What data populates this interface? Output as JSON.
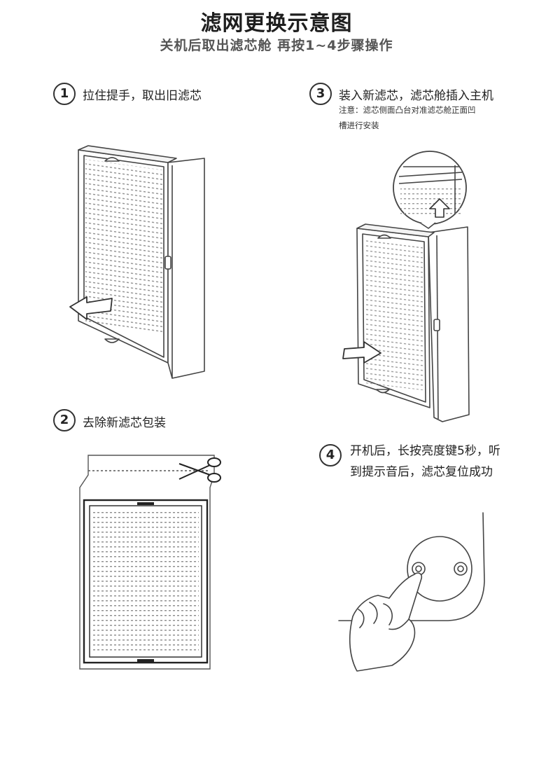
{
  "title": "滤网更换示意图",
  "subtitle": "关机后取出滤芯舱 再按1~4步骤操作",
  "steps": [
    {
      "num": "1",
      "text": "拉住提手，取出旧滤芯"
    },
    {
      "num": "2",
      "text": "去除新滤芯包装"
    },
    {
      "num": "3",
      "text": "装入新滤芯，滤芯舱插入主机",
      "note": "注意：滤芯侧面凸台对准滤芯舱正面凹槽进行安装"
    },
    {
      "num": "4",
      "text": "开机后，长按亮度键5秒，听到提示音后，滤芯复位成功"
    }
  ],
  "icons": [
    "arrow-out-icon",
    "arrow-in-icon",
    "arrow-up-icon",
    "scissors-icon",
    "hand-icon"
  ]
}
